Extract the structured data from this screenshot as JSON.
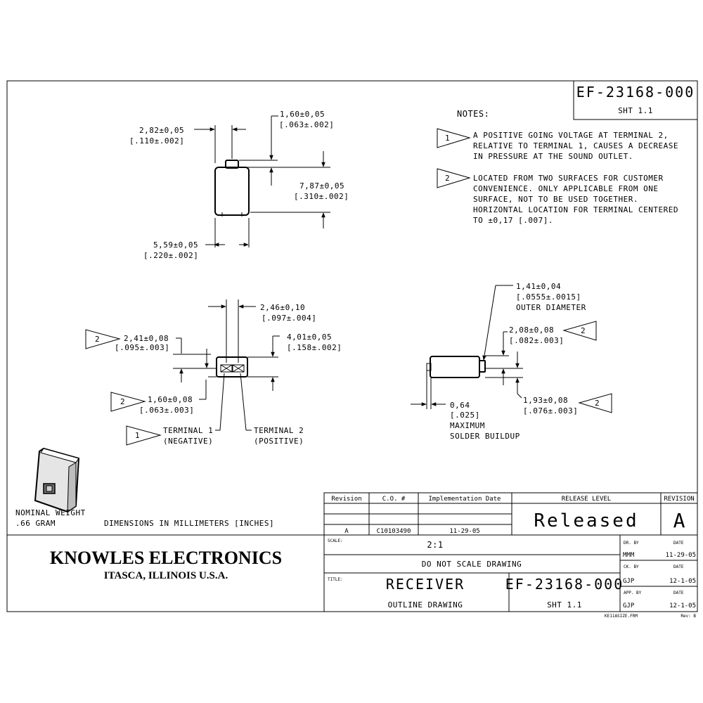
{
  "drawing_number": "EF-23168-000",
  "sheet": "SHT 1.1",
  "notes": {
    "heading": "NOTES:",
    "note1_flag": "1",
    "note1_lines": [
      "A POSITIVE GOING VOLTAGE AT TERMINAL 2,",
      "RELATIVE TO TERMINAL 1, CAUSES A DECREASE",
      "IN PRESSURE AT THE SOUND OUTLET."
    ],
    "note2_flag": "2",
    "note2_lines": [
      "LOCATED FROM TWO SURFACES FOR CUSTOMER",
      "CONVENIENCE.  ONLY APPLICABLE FROM ONE",
      "SURFACE, NOT TO BE USED TOGETHER.",
      "HORIZONTAL LOCATION FOR TERMINAL CENTERED",
      "TO ±0,17 [.007]."
    ]
  },
  "front_view": {
    "dim_width_top_mm": "2,82±0,05",
    "dim_width_top_in": "[.110±.002]",
    "dim_nozzle_mm": "1,60±0,05",
    "dim_nozzle_in": "[.063±.002]",
    "dim_height_mm": "7,87±0,05",
    "dim_height_in": "[.310±.002]",
    "dim_width_mm": "5,59±0,05",
    "dim_width_in": "[.220±.002]"
  },
  "bottom_view": {
    "dim_spacing_mm": "2,46±0,10",
    "dim_spacing_in": "[.097±.004]",
    "dim_a_flag": "2",
    "dim_a_mm": "2,41±0,08",
    "dim_a_in": "[.095±.003]",
    "dim_depth_mm": "4,01±0,05",
    "dim_depth_in": "[.158±.002]",
    "dim_b_flag": "2",
    "dim_b_mm": "1,60±0,08",
    "dim_b_in": "[.063±.003]",
    "terminal1_flag": "1",
    "terminal1": "TERMINAL 1",
    "terminal1_pol": "(NEGATIVE)",
    "terminal2": "TERMINAL 2",
    "terminal2_pol": "(POSITIVE)"
  },
  "side_view": {
    "dim_od_mm": "1,41±0,04",
    "dim_od_in": "[.0555±.0015]",
    "dim_od_label": "OUTER DIAMETER",
    "dim_c_flag": "2",
    "dim_c_mm": "2,08±0,08",
    "dim_c_in": "[.082±.003]",
    "dim_d_flag": "2",
    "dim_d_mm": "1,93±0,08",
    "dim_d_in": "[.076±.003]",
    "solder_mm": "0,64",
    "solder_in": "[.025]",
    "solder_l1": "MAXIMUM",
    "solder_l2": "SOLDER BUILDUP"
  },
  "nominal_weight_l1": "NOMINAL WEIGHT",
  "nominal_weight_l2": ".66 GRAM",
  "units_note": "DIMENSIONS IN MILLIMETERS [INCHES]",
  "revision_table": {
    "headers": [
      "Revision",
      "C.O. #",
      "Implementation Date"
    ],
    "row": [
      "A",
      "C10103490",
      "11-29-05"
    ],
    "release_level_label": "RELEASE LEVEL",
    "release_level": "Released",
    "revision_label": "REVISION",
    "revision": "A"
  },
  "company": {
    "name": "KNOWLES ELECTRONICS",
    "location": "ITASCA, ILLINOIS U.S.A."
  },
  "title_block": {
    "scale_label": "SCALE:",
    "scale": "2:1",
    "dns": "DO NOT SCALE DRAWING",
    "title_label": "TITLE:",
    "title": "RECEIVER",
    "subtitle": "OUTLINE DRAWING",
    "number": "EF-23168-000",
    "sheet": "SHT 1.1",
    "dr_by_label": "DR. BY",
    "dr_by": "MMM",
    "dr_date": "11-29-05",
    "ck_by_label": "CK. BY",
    "ck_by": "GJP",
    "ck_date": "12-1-05",
    "app_by_label": "APP. BY",
    "app_by": "GJP",
    "app_date": "12-1-05",
    "date_label": "DATE",
    "template_file": "KE11ASIZE.FRM",
    "template_rev": "Rev: B"
  }
}
